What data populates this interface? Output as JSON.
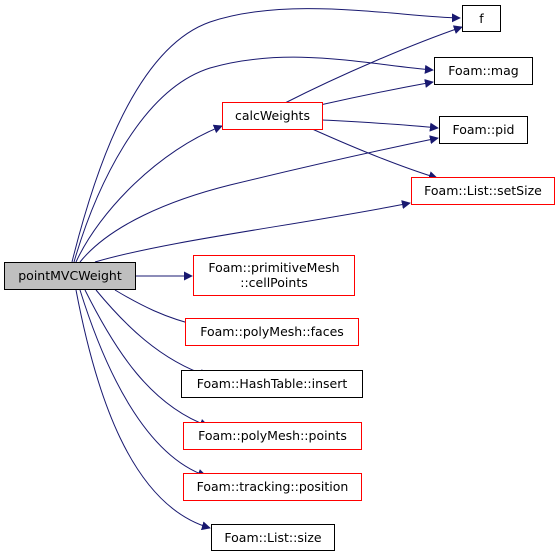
{
  "graph": {
    "edge_color": "#191970",
    "nodes": {
      "root": {
        "label": "pointMVCWeight",
        "border": "black",
        "fill": "#bfbfbf"
      },
      "calc": {
        "label": "calcWeights",
        "border": "red"
      },
      "f": {
        "label": "f",
        "border": "black"
      },
      "mag": {
        "label": "Foam::mag",
        "border": "black"
      },
      "pid": {
        "label": "Foam::pid",
        "border": "black"
      },
      "setsize": {
        "label": "Foam::List::setSize",
        "border": "red"
      },
      "cellpoints1": {
        "label": "Foam::primitiveMesh",
        "border": "red"
      },
      "cellpoints2": {
        "label": "::cellPoints",
        "border": "red"
      },
      "faces": {
        "label": "Foam::polyMesh::faces",
        "border": "red"
      },
      "insert": {
        "label": "Foam::HashTable::insert",
        "border": "black"
      },
      "points": {
        "label": "Foam::polyMesh::points",
        "border": "red"
      },
      "position": {
        "label": "Foam::tracking::position",
        "border": "red"
      },
      "size": {
        "label": "Foam::List::size",
        "border": "black"
      }
    },
    "edges": [
      [
        "root",
        "f"
      ],
      [
        "root",
        "mag"
      ],
      [
        "root",
        "calc"
      ],
      [
        "root",
        "pid"
      ],
      [
        "root",
        "setsize"
      ],
      [
        "root",
        "cellpoints"
      ],
      [
        "root",
        "faces"
      ],
      [
        "root",
        "insert"
      ],
      [
        "root",
        "points"
      ],
      [
        "root",
        "position"
      ],
      [
        "root",
        "size"
      ],
      [
        "calc",
        "f"
      ],
      [
        "calc",
        "mag"
      ],
      [
        "calc",
        "pid"
      ],
      [
        "calc",
        "setsize"
      ]
    ]
  }
}
